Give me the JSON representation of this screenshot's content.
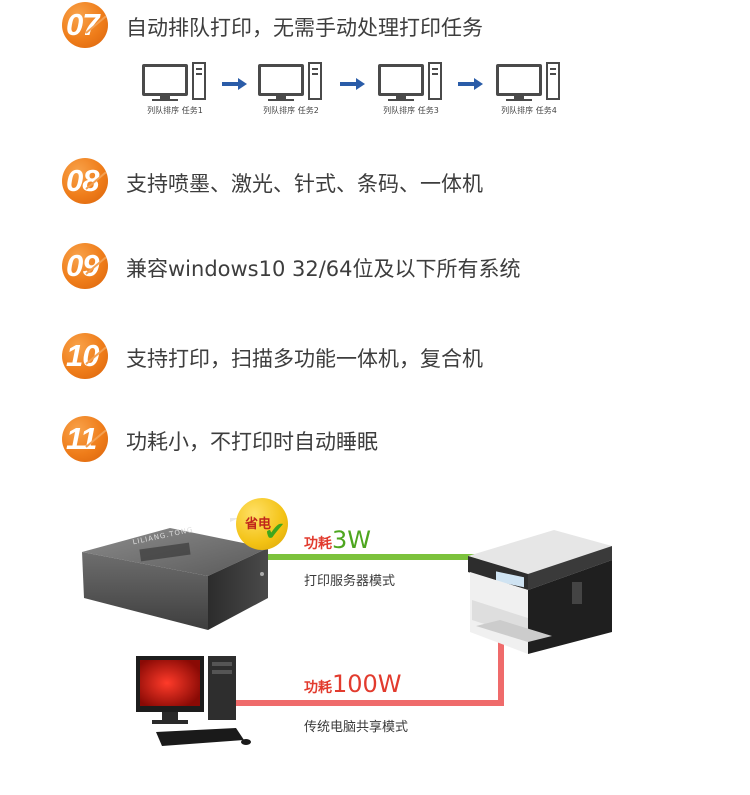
{
  "features": [
    {
      "num": "07",
      "text": "自动排队打印，无需手动处理打印任务"
    },
    {
      "num": "08",
      "text": "支持喷墨、激光、针式、条码、一体机"
    },
    {
      "num": "09",
      "text": "兼容windows10  32/64位及以下所有系统"
    },
    {
      "num": "10",
      "text": "支持打印，扫描多功能一体机，复合机"
    },
    {
      "num": "11",
      "text": "功耗小，不打印时自动睡眠"
    }
  ],
  "queue": [
    "列队排序 任务1",
    "列队排序 任务2",
    "列队排序 任务3",
    "列队排序 任务4"
  ],
  "diagram": {
    "save_badge": "省电",
    "server_power_prefix": "功耗",
    "server_power_value": "3W",
    "server_mode": "打印服务器模式",
    "pc_power_prefix": "功耗",
    "pc_power_value": "100W",
    "pc_mode": "传统电脑共享模式",
    "device_brand": "LILIANG.TONG",
    "colors": {
      "accent_orange": "#ef7d1a",
      "green": "#7cc23c",
      "red": "#ef6b6b",
      "power_red": "#e23b2e",
      "power_green": "#4ea61f",
      "arrow_blue": "#2a5ca8"
    }
  }
}
